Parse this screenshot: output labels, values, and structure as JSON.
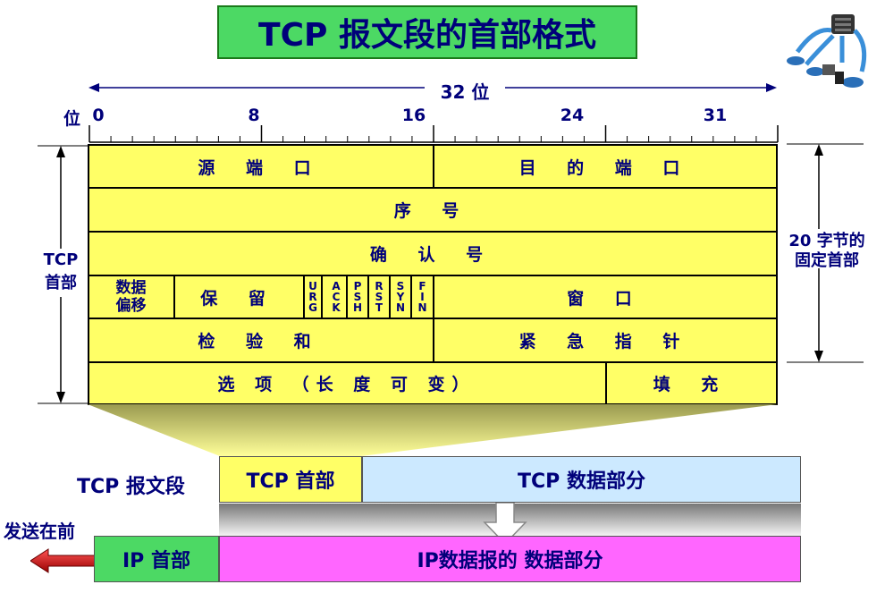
{
  "title": "TCP 报文段的首部格式",
  "ruler": {
    "width_label": "32 位",
    "bit_label": "位",
    "ticks": [
      "0",
      "8",
      "16",
      "24",
      "31"
    ]
  },
  "side": {
    "left_label_line1": "TCP",
    "left_label_line2": "首部",
    "right_label_line1": "20 字节的",
    "right_label_line2": "固定首部"
  },
  "header_rows": {
    "src_port": "源 端 口",
    "dst_port": "目 的 端 口",
    "seq": "序 号",
    "ack_num": "确 认 号",
    "data_offset_line1": "数据",
    "data_offset_line2": "偏移",
    "reserved": "保 留",
    "flags": [
      [
        "U",
        "R",
        "G"
      ],
      [
        "A",
        "C",
        "K"
      ],
      [
        "P",
        "S",
        "H"
      ],
      [
        "R",
        "S",
        "T"
      ],
      [
        "S",
        "Y",
        "N"
      ],
      [
        "F",
        "I",
        "N"
      ]
    ],
    "window": "窗 口",
    "checksum": "检 验 和",
    "urgent": "紧 急 指 针",
    "options": "选 项 （长 度 可 变）",
    "padding": "填 充"
  },
  "segment": {
    "label": "TCP 报文段",
    "tcp_header": "TCP 首部",
    "tcp_data": "TCP 数据部分"
  },
  "ip": {
    "send_first": "发送在前",
    "ip_header": "IP 首部",
    "ip_data": "IP数据报的 数据部分"
  },
  "colors": {
    "title_bg": "#4cd964",
    "header_bg": "#ffff66",
    "tcp_data_bg": "#cce9ff",
    "ip_header_bg": "#4cd964",
    "ip_data_bg": "#ff66ff",
    "arrow": "#cc0000",
    "text": "#00007a"
  },
  "icons": {
    "network": "network-diagram-icon"
  }
}
